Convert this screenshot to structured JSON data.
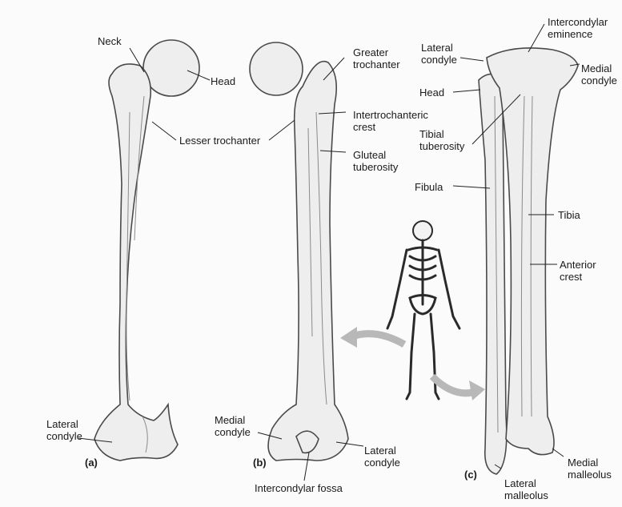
{
  "labels": {
    "neck": "Neck",
    "head_a": "Head",
    "lesser_trochanter": "Lesser trochanter",
    "greater_trochanter": [
      "Greater",
      "trochanter"
    ],
    "intertrochanteric_crest": [
      "Intertrochanteric",
      "crest"
    ],
    "gluteal_tuberosity": [
      "Gluteal",
      "tuberosity"
    ],
    "lateral_condyle_a": [
      "Lateral",
      "condyle"
    ],
    "medial_condyle_b": [
      "Medial",
      "condyle"
    ],
    "lateral_condyle_b": [
      "Lateral",
      "condyle"
    ],
    "intercondylar_fossa": "Intercondylar fossa",
    "intercondylar_eminence": [
      "Intercondylar",
      "eminence"
    ],
    "lateral_condyle_c": [
      "Lateral",
      "condyle"
    ],
    "medial_condyle_c": [
      "Medial",
      "condyle"
    ],
    "head_c": "Head",
    "tibial_tuberosity": [
      "Tibial",
      "tuberosity"
    ],
    "fibula": "Fibula",
    "tibia": "Tibia",
    "anterior_crest": [
      "Anterior",
      "crest"
    ],
    "medial_malleolus": [
      "Medial",
      "malleolus"
    ],
    "lateral_malleolus": [
      "Lateral",
      "malleolus"
    ]
  },
  "panel_tags": {
    "a": "(a)",
    "b": "(b)",
    "c": "(c)"
  }
}
